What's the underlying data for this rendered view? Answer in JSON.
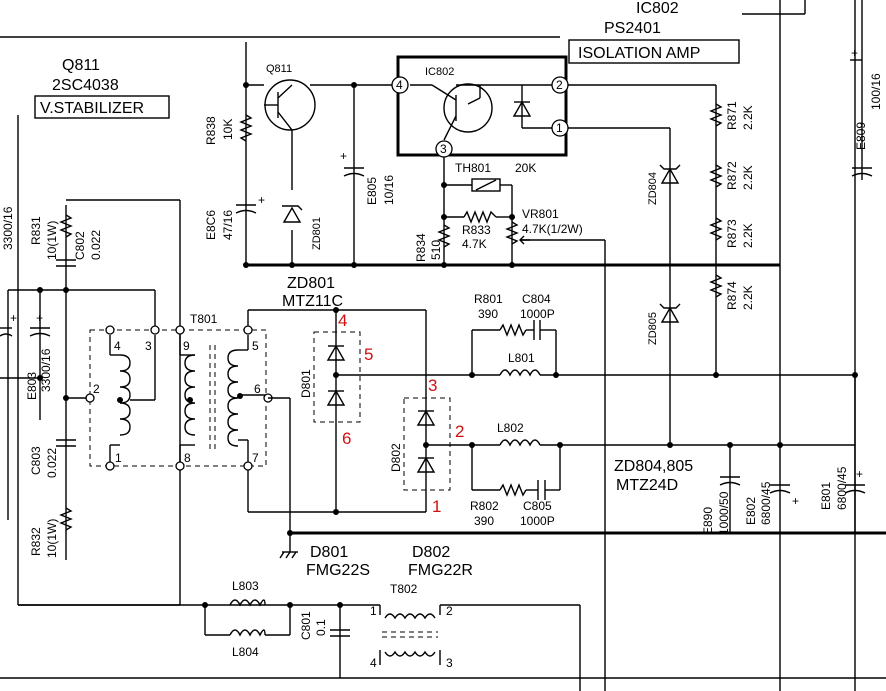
{
  "headers": {
    "ic802": "IC802",
    "ps2401": "PS2401",
    "isolation_amp": "ISOLATION AMP",
    "q811": "Q811",
    "q811_part": "2SC4038",
    "v_stabilizer": "V.STABILIZER",
    "zd801_title": "ZD801",
    "zd801_part": "MTZ11C",
    "zd804_805": "ZD804,805",
    "zd804_part": "MTZ24D",
    "d801_title": "D801",
    "d801_part": "FMG22S",
    "d802_title": "D802",
    "d802_part": "FMG22R"
  },
  "components": {
    "q811_body": "Q811",
    "ic802_body": "IC802",
    "r838": [
      "R838",
      "10K"
    ],
    "e806": [
      "E8C6",
      "47/16"
    ],
    "zd801": "ZD801",
    "e805": [
      "E805",
      "10/16"
    ],
    "th801": [
      "TH801",
      "20K"
    ],
    "r834": [
      "R834",
      "510"
    ],
    "r833": [
      "R833",
      "4.7K"
    ],
    "vr801": [
      "VR801",
      "4.7K(1/2W)"
    ],
    "zd804": "ZD804",
    "zd805": "ZD805",
    "r871": [
      "R871",
      "2.2K"
    ],
    "r872": [
      "R872",
      "2.2K"
    ],
    "r873": [
      "R873",
      "2.2K"
    ],
    "r874": [
      "R874",
      "2.2K"
    ],
    "e809": [
      "E809",
      "100/16"
    ],
    "r831": [
      "R831",
      "10(1W)"
    ],
    "c802": [
      "C802",
      "0.022"
    ],
    "e803": [
      "E803",
      "3300/16"
    ],
    "e_left": "3300/16",
    "c803": [
      "C803",
      "0.022"
    ],
    "r832": [
      "R832",
      "10(1W)"
    ],
    "t801": "T801",
    "d801": "D801",
    "d802": "D802",
    "r801": [
      "R801",
      "390"
    ],
    "c804": [
      "C804",
      "1000P"
    ],
    "l801": "L801",
    "l802": "L802",
    "r802": [
      "R802",
      "390"
    ],
    "c805": [
      "C805",
      "1000P"
    ],
    "e890": [
      "E890",
      "1000/50"
    ],
    "e802": [
      "E802",
      "6800/45"
    ],
    "e801": [
      "E801",
      "6800/45"
    ],
    "l803": "L803",
    "l804": "L804",
    "c801": [
      "C801",
      "0.1"
    ],
    "t802": "T802"
  },
  "pins": {
    "ic802": [
      "4",
      "2",
      "1",
      "3"
    ],
    "t801": [
      "4",
      "3",
      "9",
      "5",
      "2",
      "6",
      "1",
      "8",
      "7"
    ],
    "t802": [
      "1",
      "2",
      "4",
      "3"
    ]
  },
  "annotations": [
    "4",
    "5",
    "6",
    "3",
    "2",
    "1"
  ],
  "accent_color": "#d01010"
}
